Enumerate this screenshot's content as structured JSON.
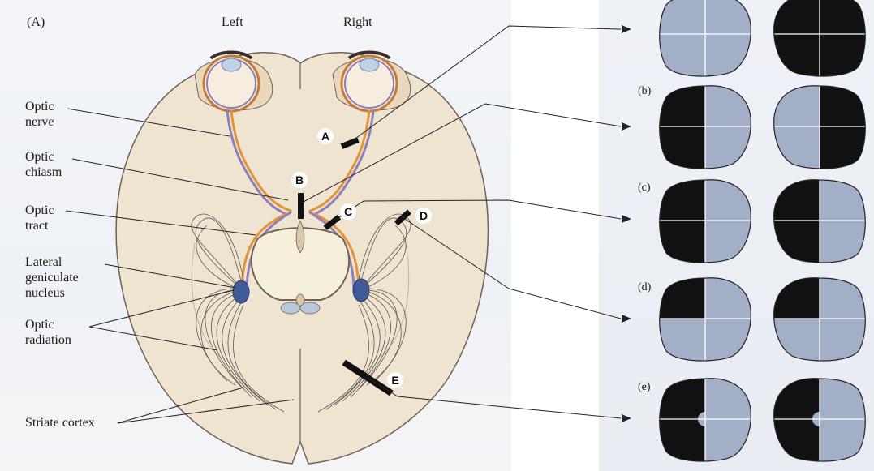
{
  "figure": {
    "panel_label": "(A)",
    "side_left": "Left",
    "side_right": "Right"
  },
  "labels": {
    "optic_nerve": "Optic\nnerve",
    "optic_chiasm": "Optic\nchiasm",
    "optic_tract": "Optic\ntract",
    "lgn": "Lateral\ngeniculate\nnucleus",
    "optic_radiation": "Optic\nradiation",
    "striate_cortex": "Striate cortex"
  },
  "lesions": {
    "a": "A",
    "b": "B",
    "c": "C",
    "d": "D",
    "e": "E"
  },
  "field_panels": [
    {
      "tag": "",
      "left_eye": "full-view",
      "right_eye": "blind"
    },
    {
      "tag": "(b)",
      "left_eye": "right-half-view",
      "right_eye": "left-half-view"
    },
    {
      "tag": "(c)",
      "left_eye": "right-half-view",
      "right_eye": "right-half-view"
    },
    {
      "tag": "(d)",
      "left_eye": "lower-plus-upper-right",
      "right_eye": "lower-plus-upper-right"
    },
    {
      "tag": "(e)",
      "left_eye": "right-half-macular-sparing",
      "right_eye": "right-half-macular-sparing"
    }
  ],
  "colors": {
    "brain": "#efe4cf",
    "brain_outline": "#6d6255",
    "field_blind": "#111111",
    "field_seen": "#a2afc6",
    "lgn": "#3f5b9c",
    "nerve_orange": "#e2933c",
    "nerve_purple": "#8e7fb8"
  }
}
